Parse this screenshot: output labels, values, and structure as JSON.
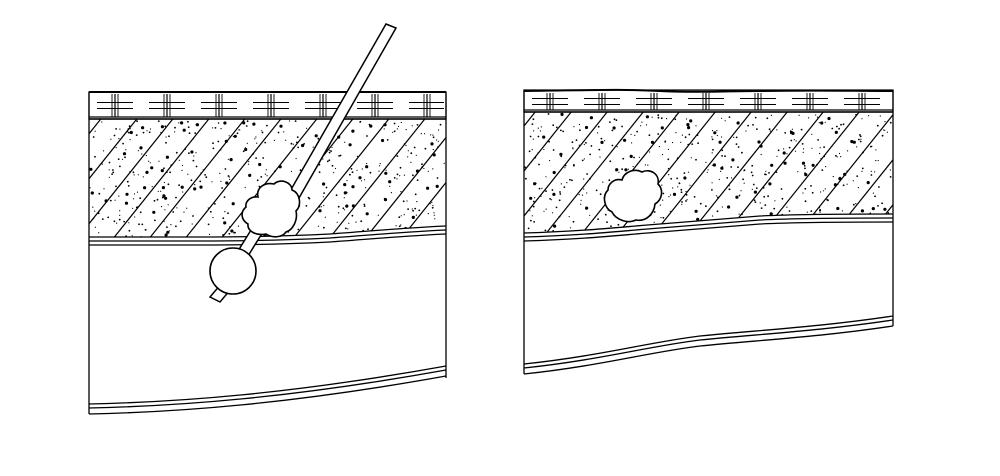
{
  "colors": {
    "ink": "#000000",
    "paper": "#ffffff"
  },
  "panels": [
    {
      "id": "left",
      "layers": [
        "brick-paving-layer",
        "concrete-hatched-layer",
        "membrane-layer",
        "soil-layer"
      ],
      "features": [
        "cavity",
        "grout-injection-rod",
        "expansion-bulb"
      ]
    },
    {
      "id": "right",
      "layers": [
        "brick-paving-layer",
        "concrete-hatched-layer",
        "membrane-layer",
        "soil-layer"
      ],
      "features": [
        "cavity"
      ]
    }
  ]
}
